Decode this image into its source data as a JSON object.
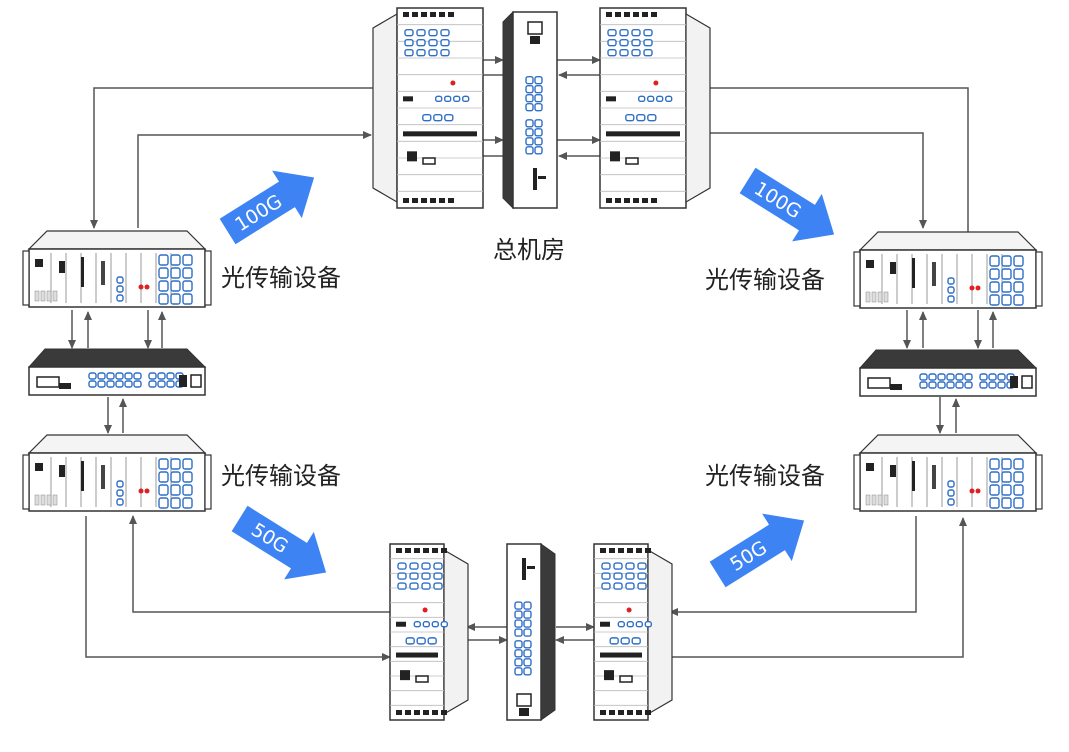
{
  "labels": {
    "main_room": "总机房",
    "optical_left_top": "光传输设备",
    "optical_left_bottom": "光传输设备",
    "optical_right_top": "光传输设备",
    "optical_right_bottom": "光传输设备"
  },
  "arrows": {
    "left_top": "100G",
    "right_top": "100G",
    "left_bottom": "50G",
    "right_bottom": "50G"
  },
  "colors": {
    "arrow_blue": "#3d83f3",
    "line": "#555555",
    "device_frame": "#333333",
    "port_blue": "#2f6fc6",
    "status_red": "#e02020"
  }
}
